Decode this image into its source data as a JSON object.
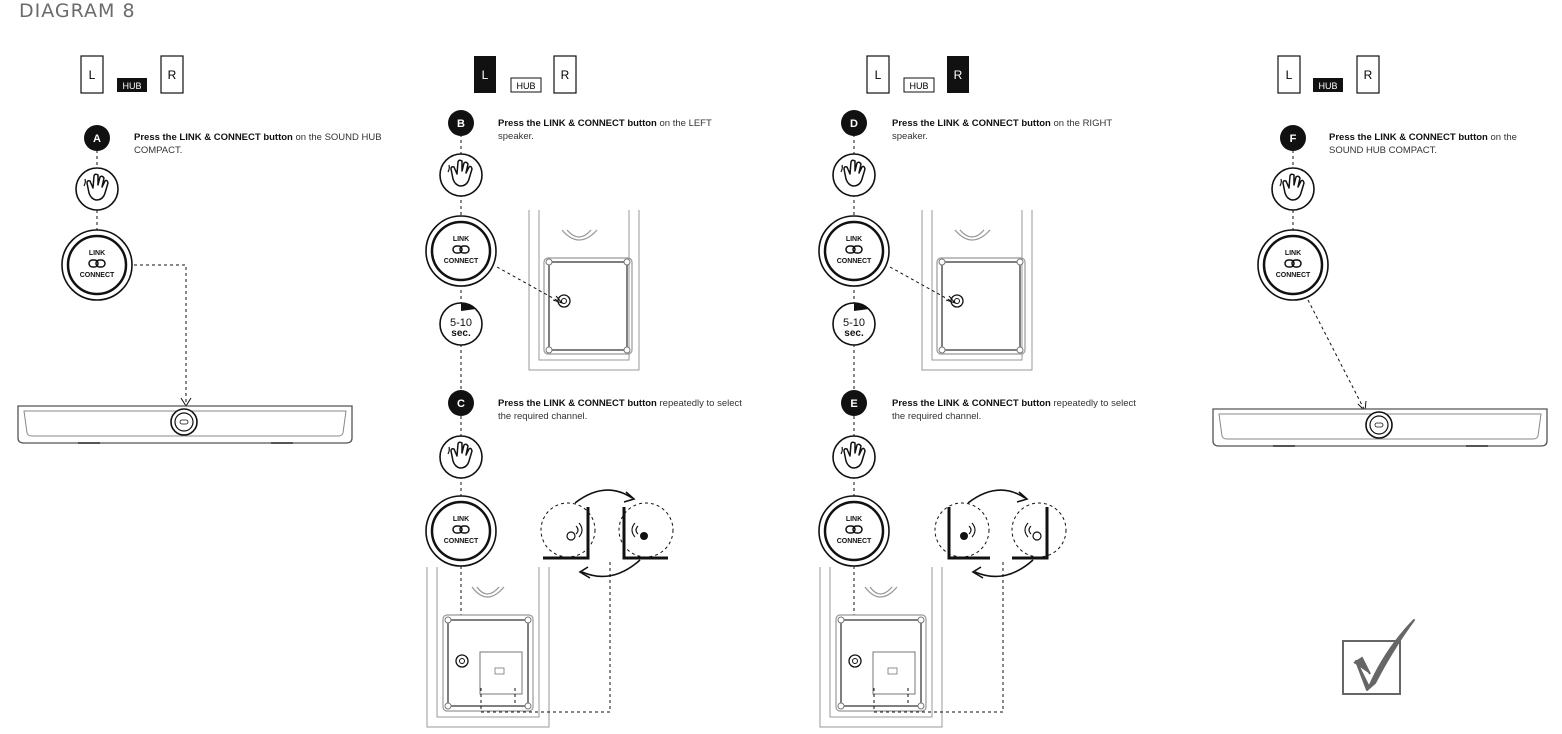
{
  "title": "DIAGRAM 8",
  "speaker_labels": {
    "left": "L",
    "hub": "HUB",
    "right": "R"
  },
  "button_text": {
    "top": "LINK",
    "bottom": "CONNECT"
  },
  "timer": {
    "line1": "5-10",
    "line2": "sec."
  },
  "steps": [
    {
      "letter": "A",
      "bold": "Press the LINK & CONNECT button",
      "rest": " on the SOUND HUB COMPACT."
    },
    {
      "letter": "B",
      "bold": "Press the LINK & CONNECT button",
      "rest": " on the LEFT speaker."
    },
    {
      "letter": "C",
      "bold": "Press the LINK & CONNECT button",
      "rest": " repeatedly to select the required channel."
    },
    {
      "letter": "D",
      "bold": "Press the LINK & CONNECT button",
      "rest": " on the RIGHT speaker."
    },
    {
      "letter": "E",
      "bold": "Press the LINK & CONNECT button",
      "rest": " repeatedly to select the required channel."
    },
    {
      "letter": "F",
      "bold": "Press the LINK & CONNECT button",
      "rest": " on the SOUND HUB COMPACT."
    }
  ],
  "highlight": [
    "hub",
    "left",
    "right",
    "hub"
  ],
  "icons": [
    "hand-press-icon",
    "link-connect-icon",
    "timer-icon",
    "checkmark-icon",
    "channel-left-icon",
    "channel-right-icon",
    "cycle-arrow-icon"
  ]
}
